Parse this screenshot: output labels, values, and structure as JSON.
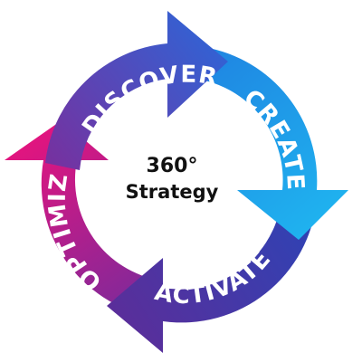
{
  "center": {
    "line1": "360°",
    "line2": "Strategy"
  },
  "stages": [
    {
      "id": "discover",
      "label": "DISCOVER",
      "color_from": "#7d2c9a",
      "color_to": "#2f64d6"
    },
    {
      "id": "create",
      "label": "CREATE",
      "color_from": "#1f7fe0",
      "color_to": "#1fb2ef"
    },
    {
      "id": "activate",
      "label": "ACTIVATE",
      "color_from": "#2c44b6",
      "color_to": "#5a2e9a"
    },
    {
      "id": "optimize",
      "label": "OPTIMIZE",
      "color_from": "#6a2ea0",
      "color_to": "#e4147e"
    }
  ],
  "colors": {
    "magenta": "#e4147e",
    "purple": "#6b2fa0",
    "blue": "#2a5bd0",
    "cyan": "#1fb5ef"
  }
}
